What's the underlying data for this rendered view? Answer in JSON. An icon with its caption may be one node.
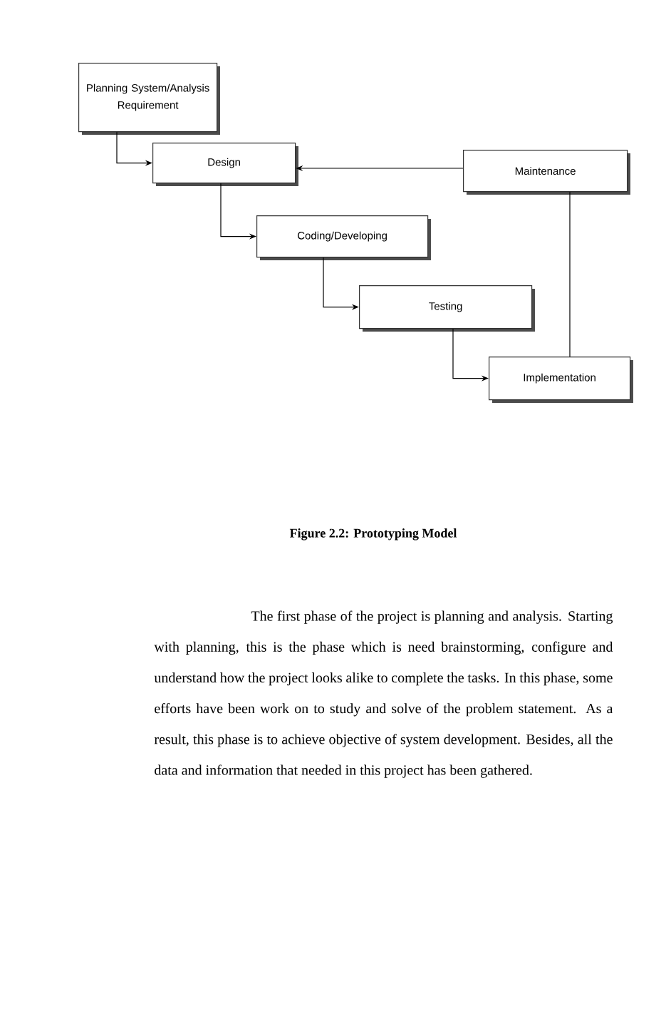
{
  "diagram": {
    "caption": "Figure 2.2: Prototyping Model",
    "nodes": [
      {
        "text": [
          "Planning System/Analysis Requirement"
        ]
      },
      {
        "text": [
          "Design"
        ]
      },
      {
        "text": [
          "Coding/Developing"
        ]
      },
      {
        "text": [
          "Testing"
        ]
      },
      {
        "text": [
          "Implementation"
        ]
      },
      {
        "text": [
          "Maintenance"
        ]
      }
    ],
    "edges": [
      {
        "from": 0,
        "to": 1,
        "arrow": "to"
      },
      {
        "from": 1,
        "to": 2,
        "arrow": "to"
      },
      {
        "from": 2,
        "to": 3,
        "arrow": "to"
      },
      {
        "from": 3,
        "to": 4,
        "arrow": "to"
      },
      {
        "from": 5,
        "to": 1,
        "arrow": "to"
      },
      {
        "from": 4,
        "to": 5,
        "arrow": "none"
      }
    ],
    "labels": [
      "The first phase of the project is planning and analysis. Starting with planning, this is the phase which is need brainstorming, configure and understand how the project looks alike to complete the tasks. In this phase, some efforts have been work on to study and solve of the problem statement. As a result, this phase is to achieve objective of system development. Besides, all the data and information that needed in this project has been gathered."
    ]
  }
}
